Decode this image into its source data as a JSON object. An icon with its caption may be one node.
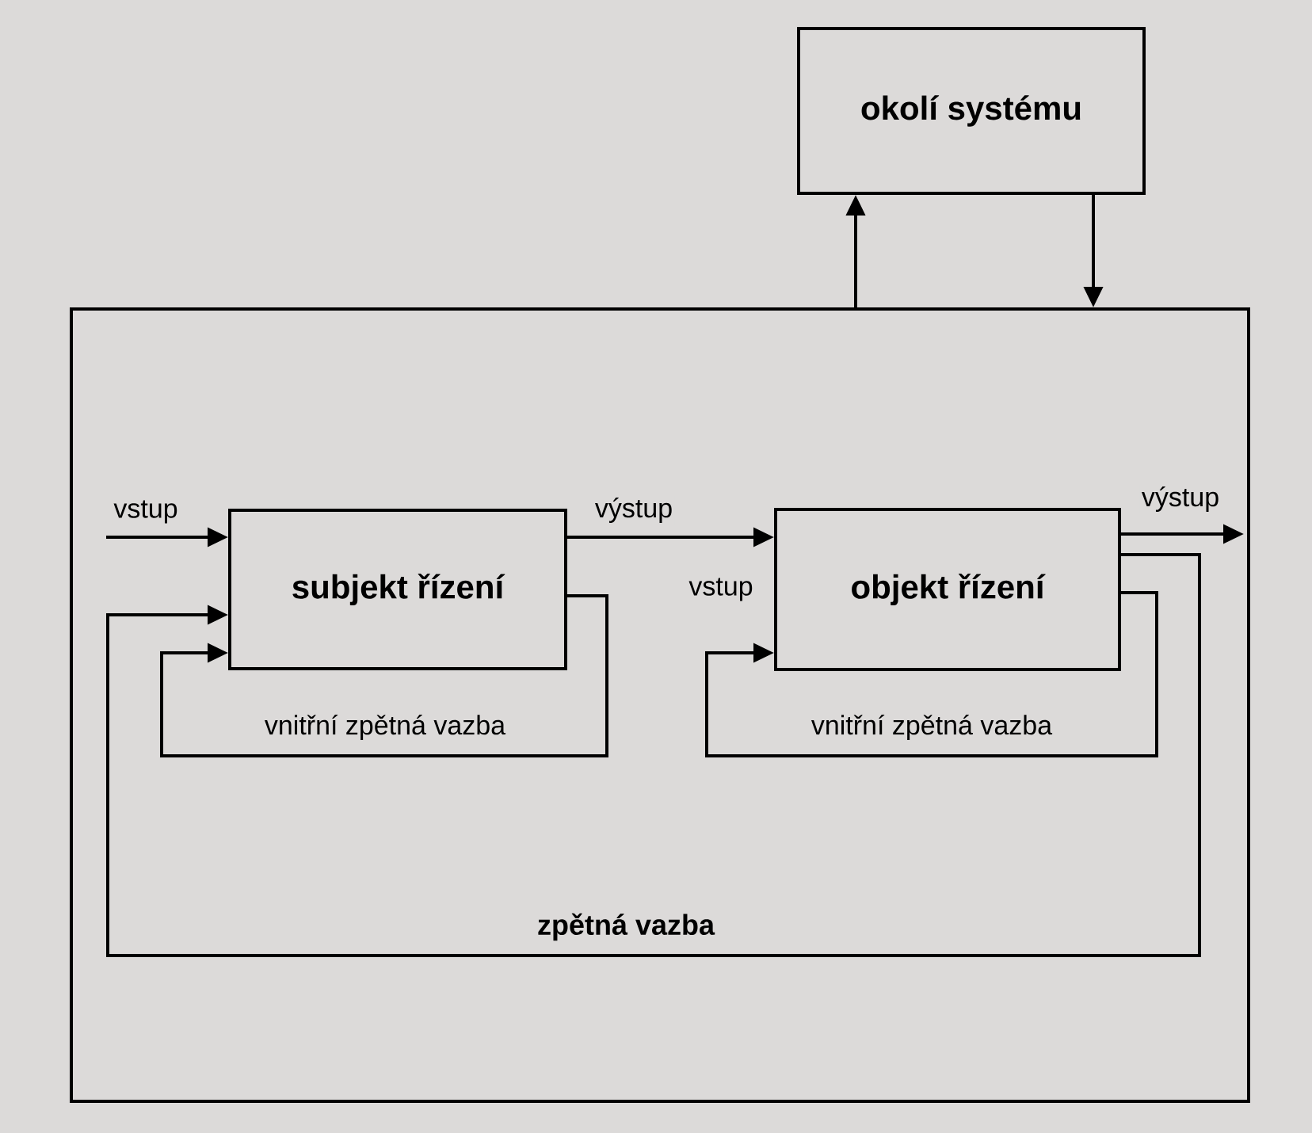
{
  "diagram": {
    "nodes": [
      {
        "text": [
          "okolí systému"
        ]
      },
      {
        "text": [],
        "shape": "box"
      },
      {
        "text": [
          "subjekt řízení"
        ],
        "in": 1
      },
      {
        "text": [
          "objekt řízení"
        ],
        "in": 1,
        "beside": [
          "vstup"
        ]
      }
    ],
    "edges": [
      {
        "from": 1,
        "to": 0,
        "arrow": "to"
      },
      {
        "from": 0,
        "to": 1,
        "arrow": "to"
      },
      {
        "from": null,
        "to": 2,
        "arrow": "to",
        "label": "vstup"
      },
      {
        "from": 2,
        "to": 3,
        "arrow": "to",
        "label": "výstup"
      },
      {
        "from": 3,
        "to": null,
        "arrow": "to",
        "label": "výstup"
      },
      {
        "from": 2,
        "to": 2,
        "arrow": "to",
        "label": "vnitřní zpětná vazba"
      },
      {
        "from": 3,
        "to": 3,
        "arrow": "to",
        "label": "vnitřní zpětná vazba"
      },
      {
        "from": 3,
        "to": 2,
        "arrow": "to",
        "label": "zpětná vazba"
      }
    ]
  }
}
